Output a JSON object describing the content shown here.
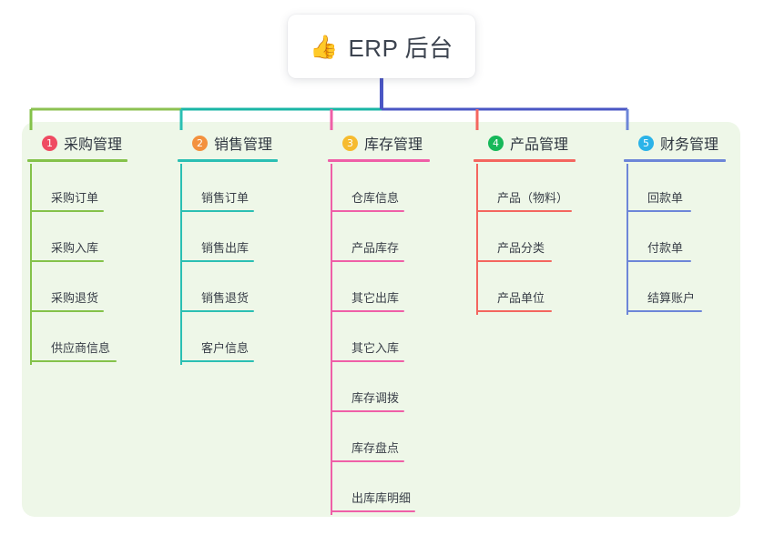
{
  "root": {
    "icon": "thumbs-up-icon",
    "emoji": "👍",
    "title": "ERP 后台"
  },
  "colors": {
    "panel_bg": "#eef7e8",
    "root_connector": "#4a56c4",
    "bus_left": "#8cc152",
    "bus_mid": "#19b5a5",
    "bus_right": "#4a56c4",
    "text": "#3a4049"
  },
  "columns": [
    {
      "number": "1",
      "title": "采购管理",
      "badge_color": "#ef4b62",
      "line_color": "#84c24a",
      "rule_width": 110,
      "head_width": 122,
      "items": [
        {
          "label": "采购订单",
          "rule_width": 80
        },
        {
          "label": "采购入库",
          "rule_width": 80
        },
        {
          "label": "采购退货",
          "rule_width": 80
        },
        {
          "label": "供应商信息",
          "rule_width": 94
        }
      ]
    },
    {
      "number": "2",
      "title": "销售管理",
      "badge_color": "#f3913e",
      "line_color": "#2bbfb3",
      "rule_width": 110,
      "head_width": 122,
      "items": [
        {
          "label": "销售订单",
          "rule_width": 80
        },
        {
          "label": "销售出库",
          "rule_width": 80
        },
        {
          "label": "销售退货",
          "rule_width": 80
        },
        {
          "label": "客户信息",
          "rule_width": 80
        }
      ]
    },
    {
      "number": "3",
      "title": "库存管理",
      "badge_color": "#f6bb2f",
      "line_color": "#ef5fa7",
      "rule_width": 112,
      "head_width": 124,
      "items": [
        {
          "label": "仓库信息",
          "rule_width": 80
        },
        {
          "label": "产品库存",
          "rule_width": 80
        },
        {
          "label": "其它出库",
          "rule_width": 80
        },
        {
          "label": "其它入库",
          "rule_width": 80
        },
        {
          "label": "库存调拨",
          "rule_width": 80
        },
        {
          "label": "库存盘点",
          "rule_width": 80
        },
        {
          "label": "出库库明细",
          "rule_width": 92
        }
      ]
    },
    {
      "number": "4",
      "title": "产品管理",
      "badge_color": "#17b85a",
      "line_color": "#f4665f",
      "rule_width": 112,
      "head_width": 124,
      "items": [
        {
          "label": "产品（物料）",
          "rule_width": 104
        },
        {
          "label": "产品分类",
          "rule_width": 82
        },
        {
          "label": "产品单位",
          "rule_width": 82
        }
      ]
    },
    {
      "number": "5",
      "title": "财务管理",
      "badge_color": "#2bb3e8",
      "line_color": "#6d86d8",
      "rule_width": 112,
      "head_width": 124,
      "items": [
        {
          "label": "回款单",
          "rule_width": 70
        },
        {
          "label": "付款单",
          "rule_width": 70
        },
        {
          "label": "结算账户",
          "rule_width": 82
        }
      ]
    }
  ]
}
